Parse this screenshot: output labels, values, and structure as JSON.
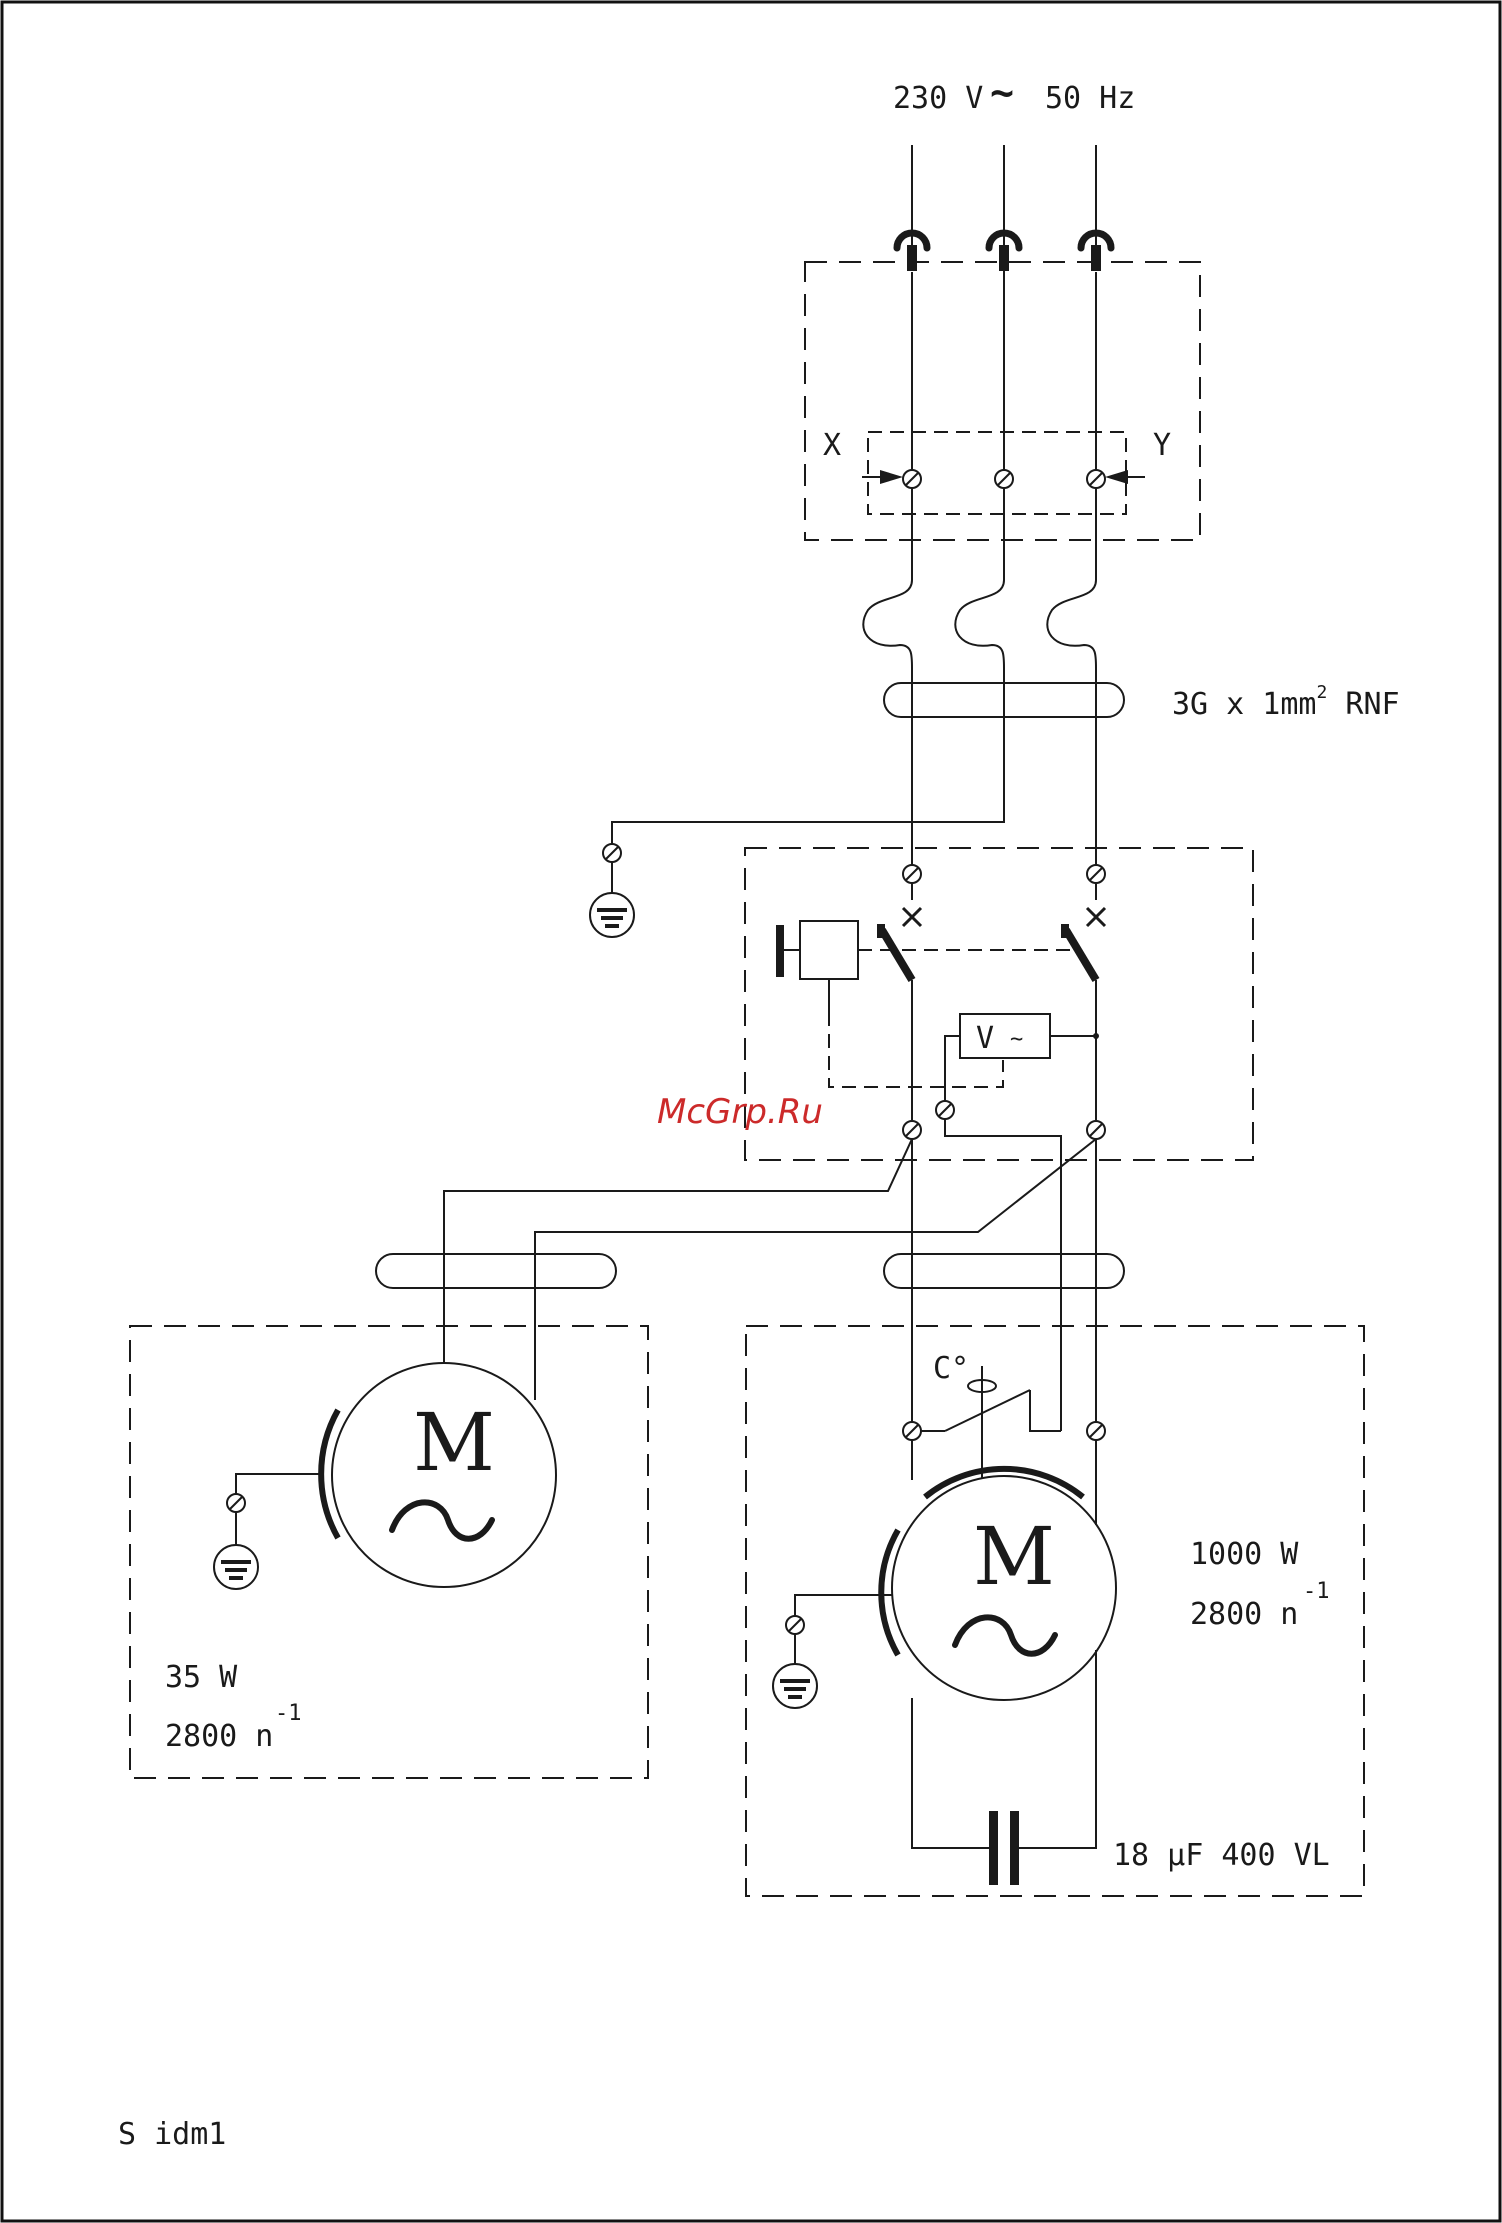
{
  "supply": {
    "voltage": "230 V",
    "ac_symbol": "~",
    "frequency": "50 Hz"
  },
  "terminal_block": {
    "left_label": "X",
    "right_label": "Y"
  },
  "cable": {
    "prefix": "3G x 1mm",
    "exponent": "2",
    "suffix": " RNF"
  },
  "switch_unit": {
    "lamp_label": "V",
    "lamp_symbol": "~"
  },
  "watermark": "McGrp.Ru",
  "small_motor": {
    "letter": "M",
    "power": "35 W",
    "speed": "2800 n",
    "speed_exp": "-1"
  },
  "main_motor": {
    "letter": "M",
    "power": "1000 W",
    "speed": "2800 n",
    "speed_exp": "-1"
  },
  "thermostat": {
    "label": "C°"
  },
  "capacitor": {
    "label": "18 μF 400 VL"
  },
  "drawing_ref": "S idm1"
}
